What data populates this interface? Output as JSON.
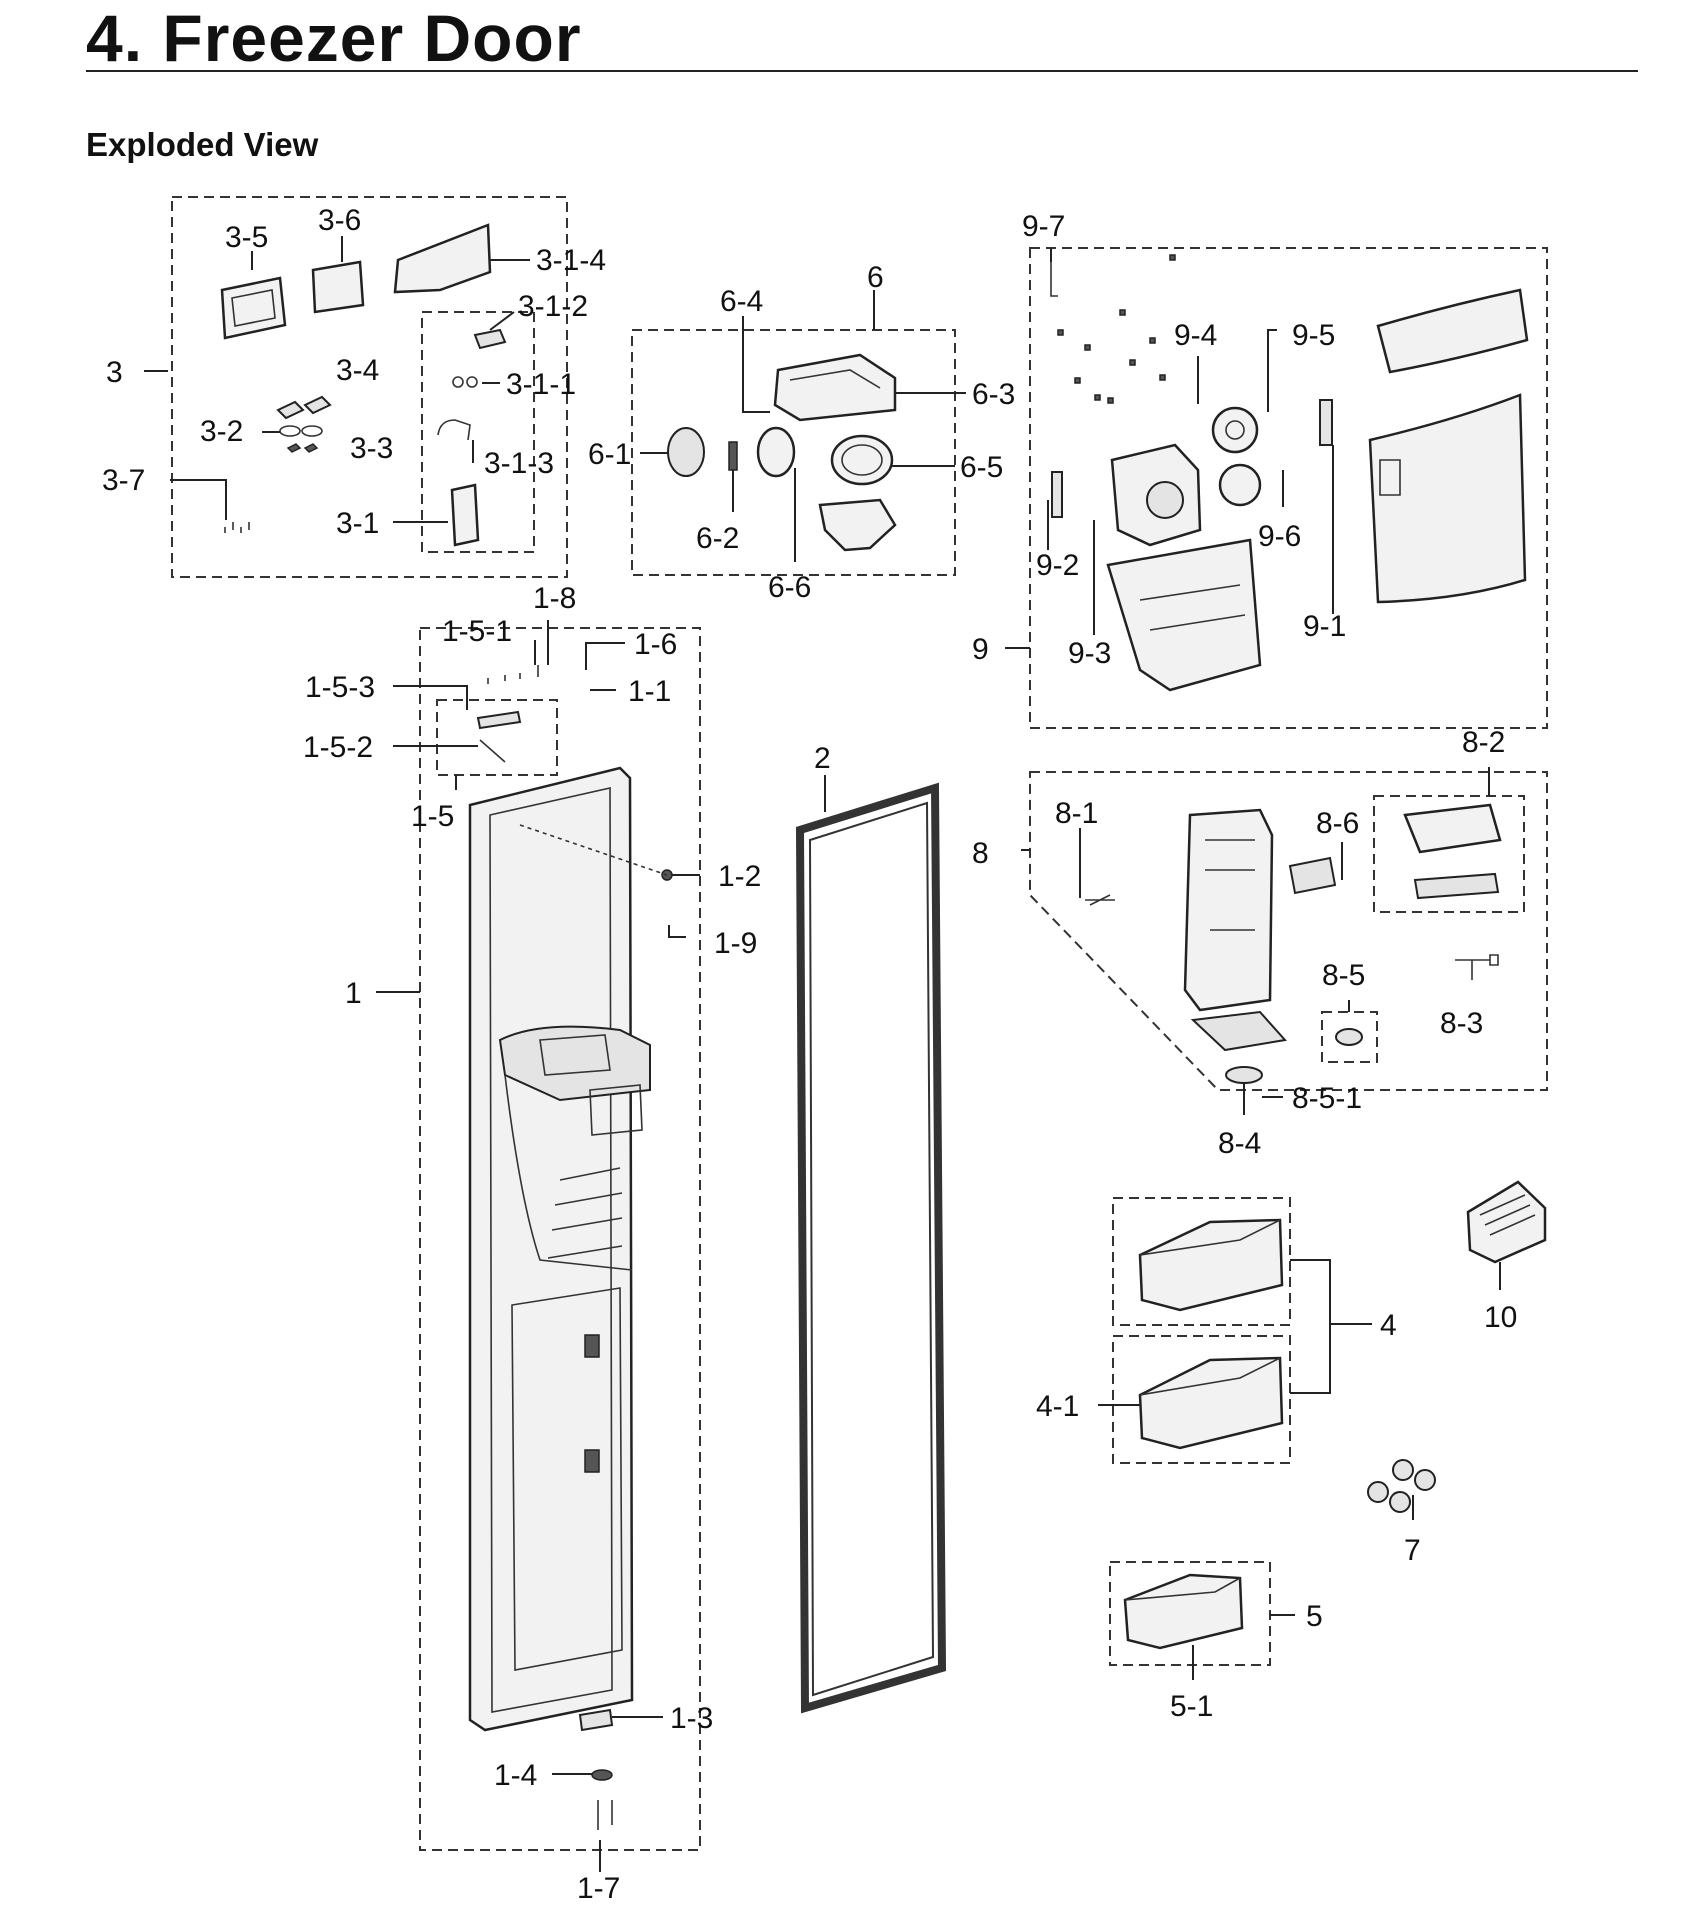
{
  "page": {
    "title": "4.  Freezer Door",
    "subtitle": "Exploded View"
  },
  "labels": {
    "l3": "3",
    "l3_1": "3-1",
    "l3_2": "3-2",
    "l3_3": "3-3",
    "l3_4": "3-4",
    "l3_5": "3-5",
    "l3_6": "3-6",
    "l3_7": "3-7",
    "l3_1_1": "3-1-1",
    "l3_1_2": "3-1-2",
    "l3_1_3": "3-1-3",
    "l3_1_4": "3-1-4",
    "l6": "6",
    "l6_1": "6-1",
    "l6_2": "6-2",
    "l6_3": "6-3",
    "l6_4": "6-4",
    "l6_5": "6-5",
    "l6_6": "6-6",
    "l9": "9",
    "l9_1": "9-1",
    "l9_2": "9-2",
    "l9_3": "9-3",
    "l9_4": "9-4",
    "l9_5": "9-5",
    "l9_6": "9-6",
    "l9_7": "9-7",
    "l1": "1",
    "l1_1": "1-1",
    "l1_2": "1-2",
    "l1_3": "1-3",
    "l1_4": "1-4",
    "l1_5": "1-5",
    "l1_6": "1-6",
    "l1_7": "1-7",
    "l1_8": "1-8",
    "l1_9": "1-9",
    "l1_5_1": "1-5-1",
    "l1_5_2": "1-5-2",
    "l1_5_3": "1-5-3",
    "l2": "2",
    "l8": "8",
    "l8_1": "8-1",
    "l8_2": "8-2",
    "l8_3": "8-3",
    "l8_4": "8-4",
    "l8_5": "8-5",
    "l8_5_1": "8-5-1",
    "l8_6": "8-6",
    "l4": "4",
    "l4_1": "4-1",
    "l5": "5",
    "l5_1": "5-1",
    "l7": "7",
    "l10": "10"
  }
}
